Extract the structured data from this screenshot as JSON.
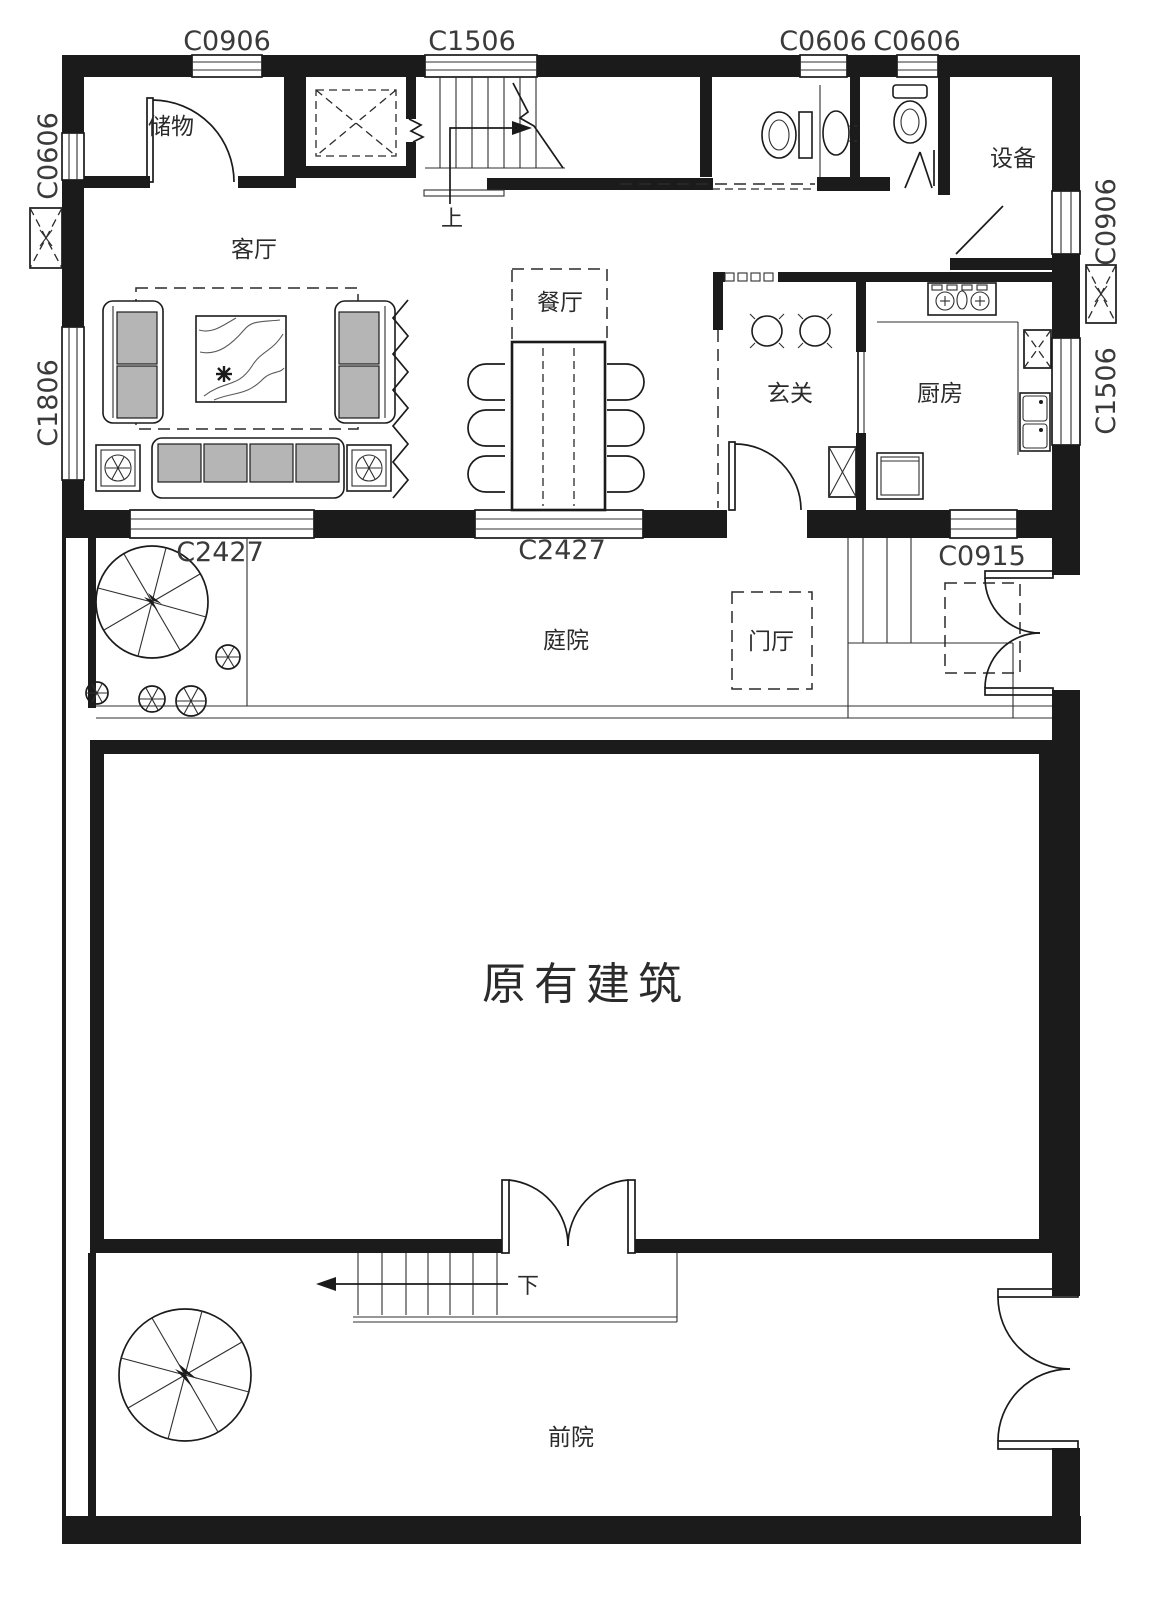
{
  "plan": {
    "background": "#ffffff",
    "line_color": "#1b1b1b",
    "rooms": {
      "storage": "储物",
      "living_room": "客厅",
      "dining_room": "餐厅",
      "entry_hall": "玄关",
      "kitchen": "厨房",
      "equipment": "设备",
      "courtyard": "庭院",
      "foyer": "门厅",
      "existing_building": "原有建筑",
      "front_yard": "前院"
    },
    "stair_labels": {
      "up": "上",
      "down": "下"
    },
    "window_labels": {
      "top": [
        "C0906",
        "C1506",
        "C0606",
        "C0606"
      ],
      "left": [
        "C0606",
        "C1806"
      ],
      "right": [
        "C0906",
        "C1506"
      ],
      "lower": [
        "C2427",
        "C2427",
        "C0915"
      ]
    }
  }
}
